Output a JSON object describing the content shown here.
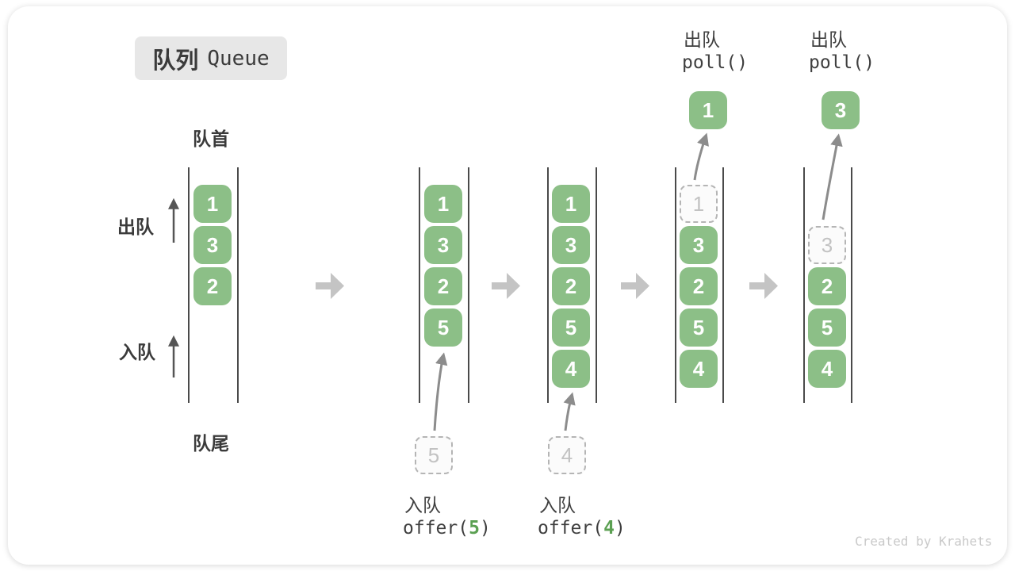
{
  "badge": {
    "zh": "队列",
    "en": "Queue"
  },
  "side_labels": {
    "front": "队首",
    "rear": "队尾",
    "dequeue": "出队",
    "enqueue": "入队"
  },
  "states": [
    {
      "name": "initial",
      "cells": [
        "1",
        "3",
        "2"
      ]
    },
    {
      "name": "after-offer-5",
      "cells": [
        "1",
        "3",
        "2",
        "5"
      ],
      "incoming": "5",
      "op": {
        "label": "入队",
        "code_prefix": "offer(",
        "code_arg": "5",
        "code_suffix": ")"
      }
    },
    {
      "name": "after-offer-4",
      "cells": [
        "1",
        "3",
        "2",
        "5",
        "4"
      ],
      "incoming": "4",
      "op": {
        "label": "入队",
        "code_prefix": "offer(",
        "code_arg": "4",
        "code_suffix": ")"
      }
    },
    {
      "name": "after-poll-1",
      "removed": "1",
      "cells": [
        "3",
        "2",
        "5",
        "4"
      ],
      "popped": "1",
      "op": {
        "label": "出队",
        "code": "poll()"
      }
    },
    {
      "name": "after-poll-3",
      "removed": "3",
      "cells": [
        "2",
        "5",
        "4"
      ],
      "popped": "3",
      "op": {
        "label": "出队",
        "code": "poll()"
      }
    }
  ],
  "watermark": "Created by Krahets",
  "colors": {
    "cell_green": "#8cbf87",
    "code_arg_green": "#5ba052",
    "transition_arrow_gray": "#c4c4c4",
    "flow_arrow_gray": "#8c8c8c",
    "wall_gray": "#4a4a4a",
    "dashed_border_gray": "#b5b5b5",
    "text_dark": "#3b3b3b",
    "badge_bg": "#e7e7e7",
    "watermark_gray": "#c9c9c9"
  }
}
